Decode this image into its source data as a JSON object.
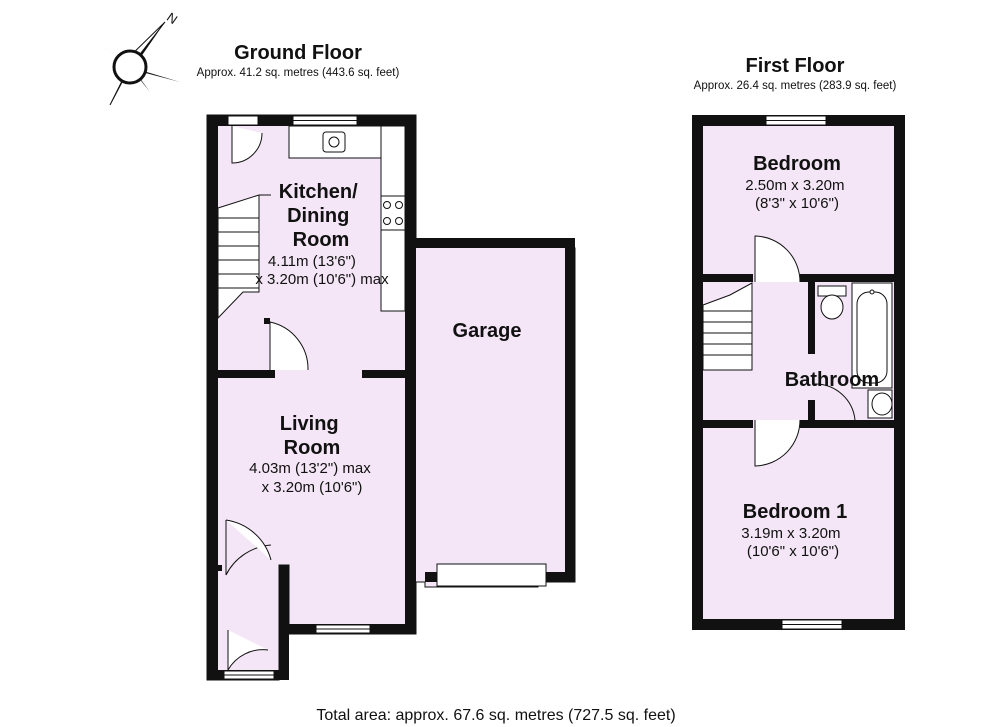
{
  "compass": {
    "label": "N",
    "icon": "north-arrow-compass-icon"
  },
  "ground_floor": {
    "title": "Ground Floor",
    "area": "Approx. 41.2 sq. metres (443.6 sq. feet)",
    "rooms": {
      "kitchen": {
        "name_lines": [
          "Kitchen/",
          "Dining",
          "Room"
        ],
        "dim_lines": [
          "4.11m (13'6\")",
          "x 3.20m (10'6\") max"
        ]
      },
      "living": {
        "name_lines": [
          "Living",
          "Room"
        ],
        "dim_lines": [
          "4.03m (13'2\") max",
          "x 3.20m (10'6\")"
        ]
      },
      "garage": {
        "name_lines": [
          "Garage"
        ],
        "dim_lines": []
      }
    }
  },
  "first_floor": {
    "title": "First Floor",
    "area": "Approx. 26.4 sq. metres (283.9 sq. feet)",
    "rooms": {
      "bedroom": {
        "name_lines": [
          "Bedroom"
        ],
        "dim_lines": [
          "2.50m x 3.20m",
          "(8'3\" x 10'6\")"
        ]
      },
      "bathroom": {
        "name_lines": [
          "Bathroom"
        ],
        "dim_lines": []
      },
      "bedroom1": {
        "name_lines": [
          "Bedroom 1"
        ],
        "dim_lines": [
          "3.19m x 3.20m",
          "(10'6\" x 10'6\")"
        ]
      }
    }
  },
  "total_area": "Total area: approx. 67.6 sq. metres (727.5 sq. feet)",
  "colors": {
    "room_fill": "#f4e6f6",
    "wall": "#111111",
    "fixture": "#ffffff"
  }
}
